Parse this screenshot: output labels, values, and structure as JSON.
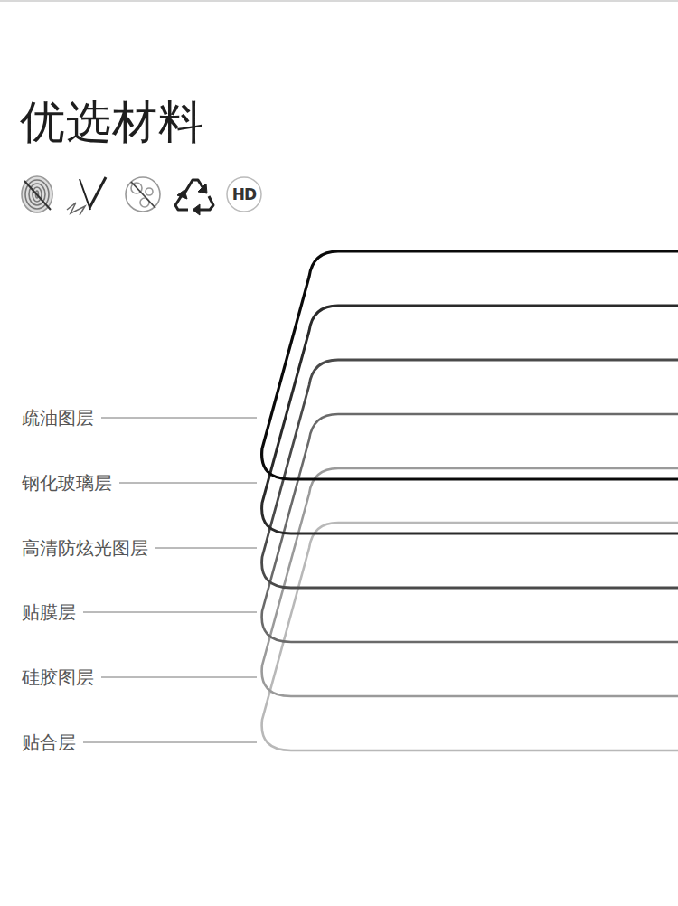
{
  "diagram": {
    "title": "优选材料",
    "labels": [
      "HD",
      "疏油图层",
      "钢化玻璃层",
      "高清防炫光图层",
      "贴膜层",
      "硅胶图层",
      "贴合层"
    ]
  }
}
